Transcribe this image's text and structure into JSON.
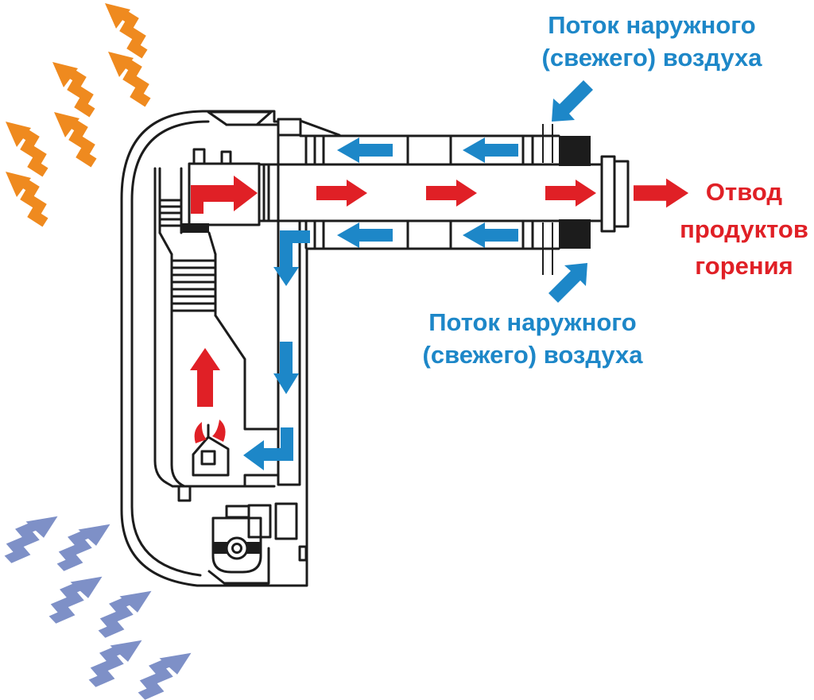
{
  "labels": {
    "fresh_air_top": {
      "lines": [
        "Поток наружного",
        "(свежего) воздуха"
      ]
    },
    "fresh_air_bottom": {
      "lines": [
        "Поток наружного",
        "(свежего) воздуха"
      ]
    },
    "exhaust": {
      "lines": [
        "Отвод",
        "продуктов",
        "горения"
      ]
    }
  },
  "colors": {
    "fresh_air_blue": "#1d87c8",
    "exhaust_red": "#e02026",
    "warm_air_orange": "#ef8a1f",
    "room_air_blue": "#7e90c7",
    "line_art": "#1c1c1c"
  },
  "icons": {
    "warm_air": "wavy-arrow-up-left",
    "room_air": "wavy-arrow-up-right",
    "fresh_air": "straight-arrow",
    "exhaust": "straight-arrow"
  }
}
